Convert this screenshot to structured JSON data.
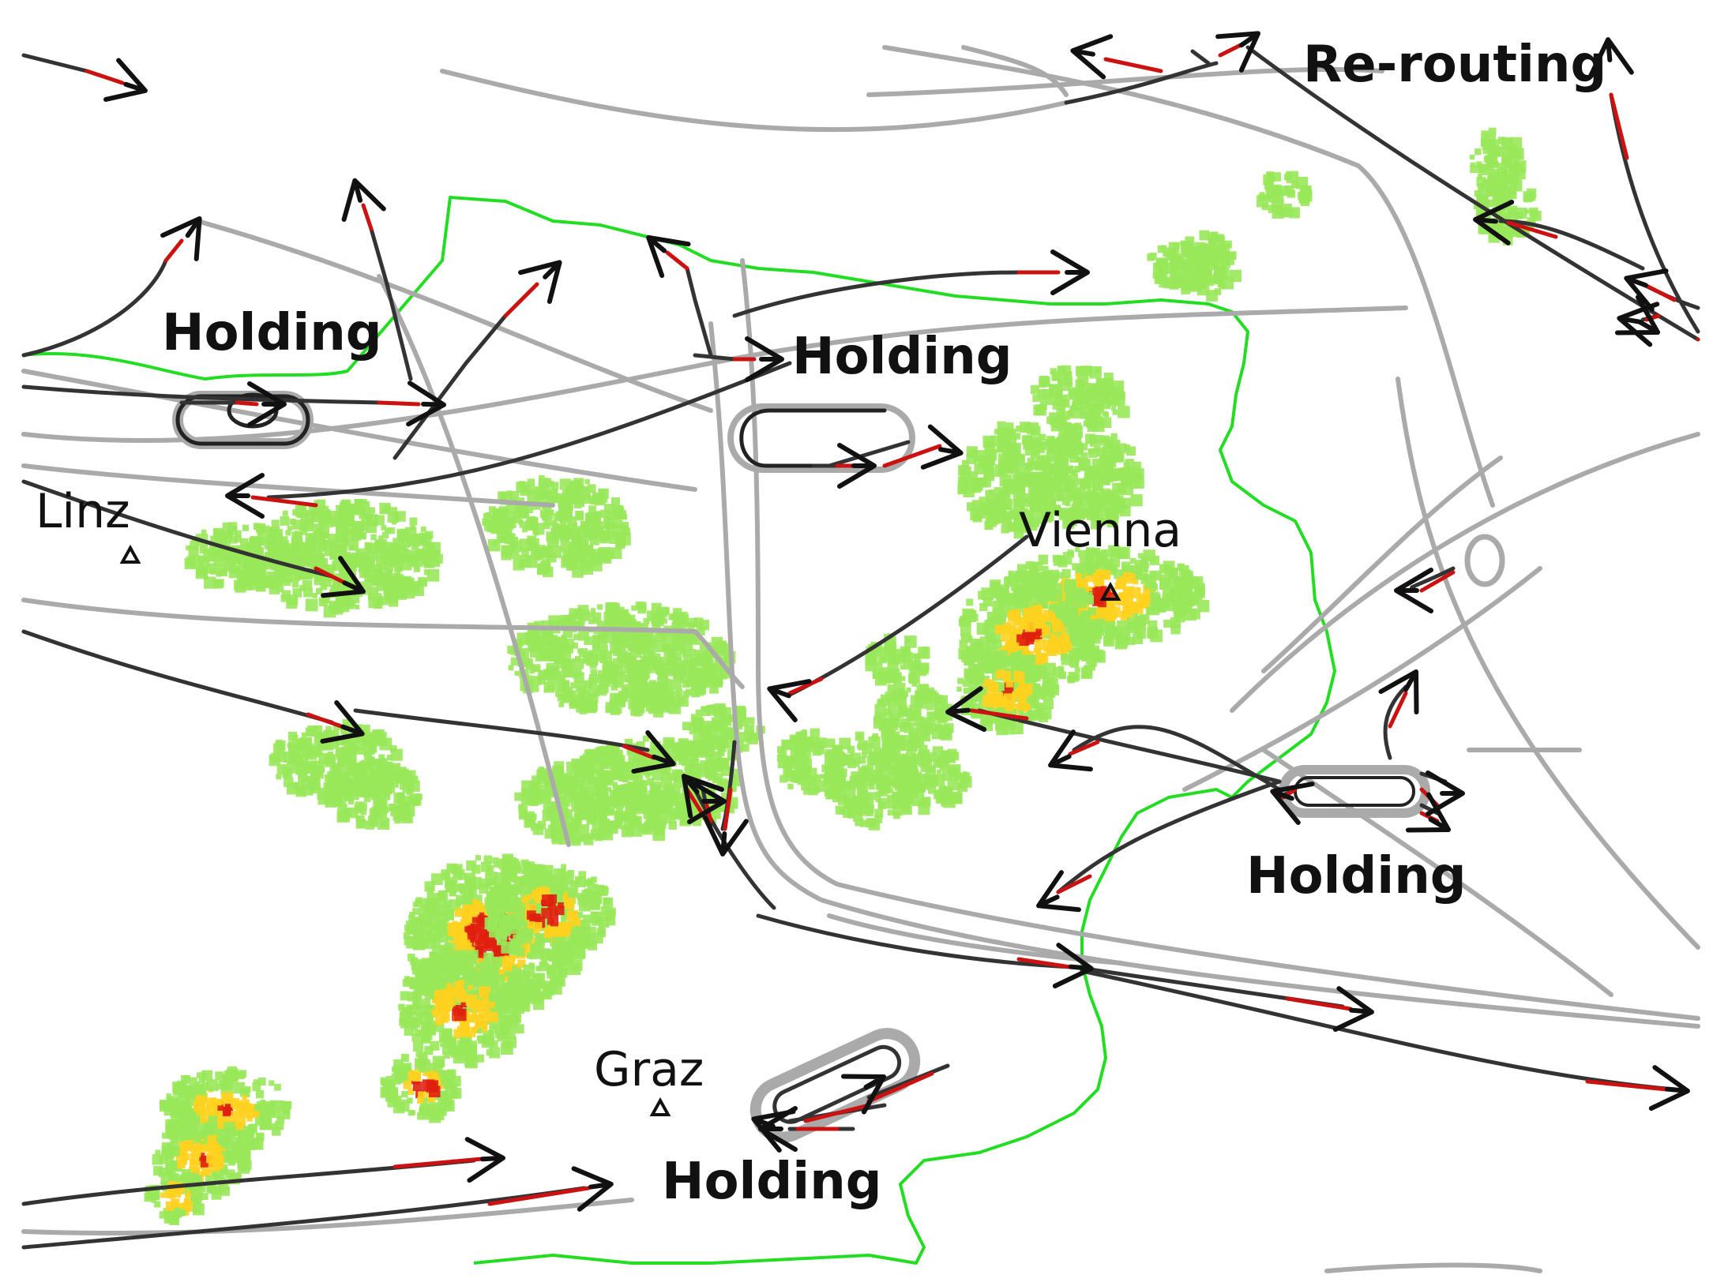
{
  "map": {
    "cities": [
      {
        "id": "linz",
        "label": "Linz"
      },
      {
        "id": "vienna",
        "label": "Vienna"
      },
      {
        "id": "graz",
        "label": "Graz"
      }
    ],
    "annotations": [
      {
        "id": "holding-nw",
        "label": "Holding"
      },
      {
        "id": "holding-n",
        "label": "Holding"
      },
      {
        "id": "holding-e",
        "label": "Holding"
      },
      {
        "id": "holding-s",
        "label": "Holding"
      },
      {
        "id": "rerouting",
        "label": "Re-routing"
      }
    ],
    "colors": {
      "background": "#ffffff",
      "border": "#22dd22",
      "track_historic": "#aaaaaa",
      "track_active": "#333333",
      "track_recent": "#cc1111",
      "aircraft_icon": "#111111",
      "weather_low": "#99e85a",
      "weather_mid": "#ffd21f",
      "weather_high": "#e0200f"
    },
    "icons": [
      "aircraft-icon",
      "city-triangle-icon"
    ]
  }
}
